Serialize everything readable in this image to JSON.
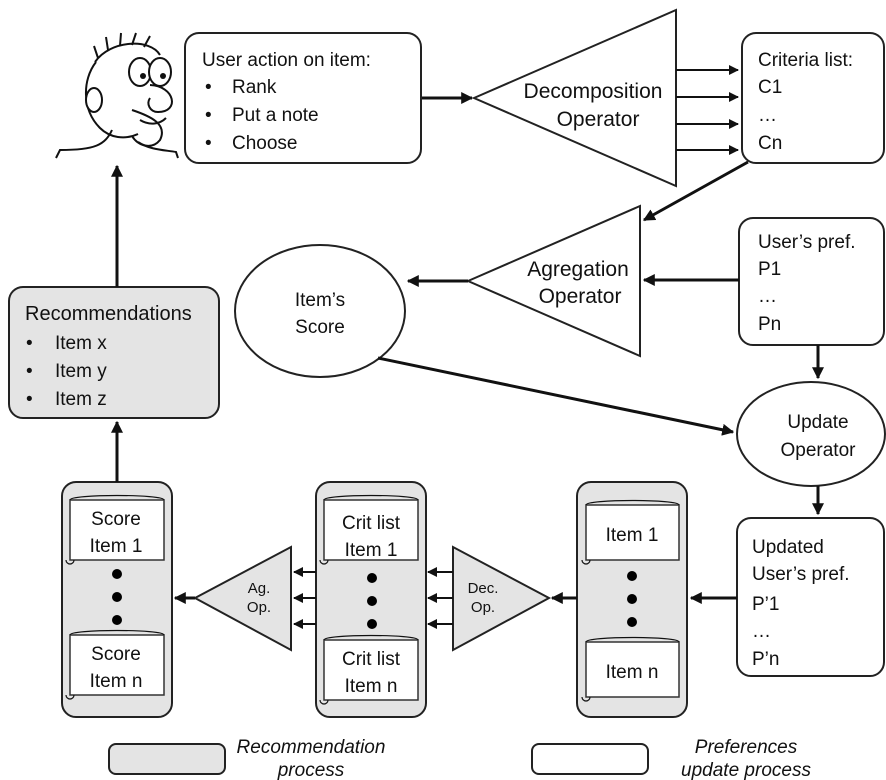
{
  "user_action": {
    "title": "User action on item:",
    "items": [
      "Rank",
      "Put a note",
      "Choose"
    ]
  },
  "decomposition_operator": {
    "line1": "Decomposition",
    "line2": "Operator"
  },
  "criteria_list": {
    "title": "Criteria list:",
    "first": "C1",
    "ellipsis": "…",
    "last": "Cn"
  },
  "user_pref": {
    "title": "User’s pref.",
    "first": "P1",
    "ellipsis": "…",
    "last": "Pn"
  },
  "agregation_operator": {
    "line1": "Agregation",
    "line2": "Operator"
  },
  "item_score": {
    "line1": "Item’s",
    "line2": "Score"
  },
  "update_operator": {
    "line1": "Update",
    "line2": "Operator"
  },
  "recommendations": {
    "title": "Recommendations",
    "items": [
      "Item x",
      "Item y",
      "Item z"
    ]
  },
  "updated_pref": {
    "line1": "Updated",
    "line2": "User’s pref.",
    "first": "P’1",
    "ellipsis": "…",
    "last": "P’n"
  },
  "score_stack": {
    "top_line1": "Score",
    "top_line2": "Item 1",
    "bottom_line1": "Score",
    "bottom_line2": "Item n"
  },
  "crit_stack": {
    "top_line1": "Crit list",
    "top_line2": "Item 1",
    "bottom_line1": "Crit list",
    "bottom_line2": "Item n"
  },
  "item_stack": {
    "top": "Item 1",
    "bottom": "Item n"
  },
  "ag_op": {
    "line1": "Ag.",
    "line2": "Op."
  },
  "dec_op": {
    "line1": "Dec.",
    "line2": "Op."
  },
  "legend": {
    "recommendation_line1": "Recommendation",
    "recommendation_line2": "process",
    "preferences_line1": "Preferences",
    "preferences_line2": "update process"
  },
  "colors": {
    "grey_fill": "#e4e4e4",
    "stroke": "#222222"
  },
  "icon": "thinking-user-cartoon"
}
